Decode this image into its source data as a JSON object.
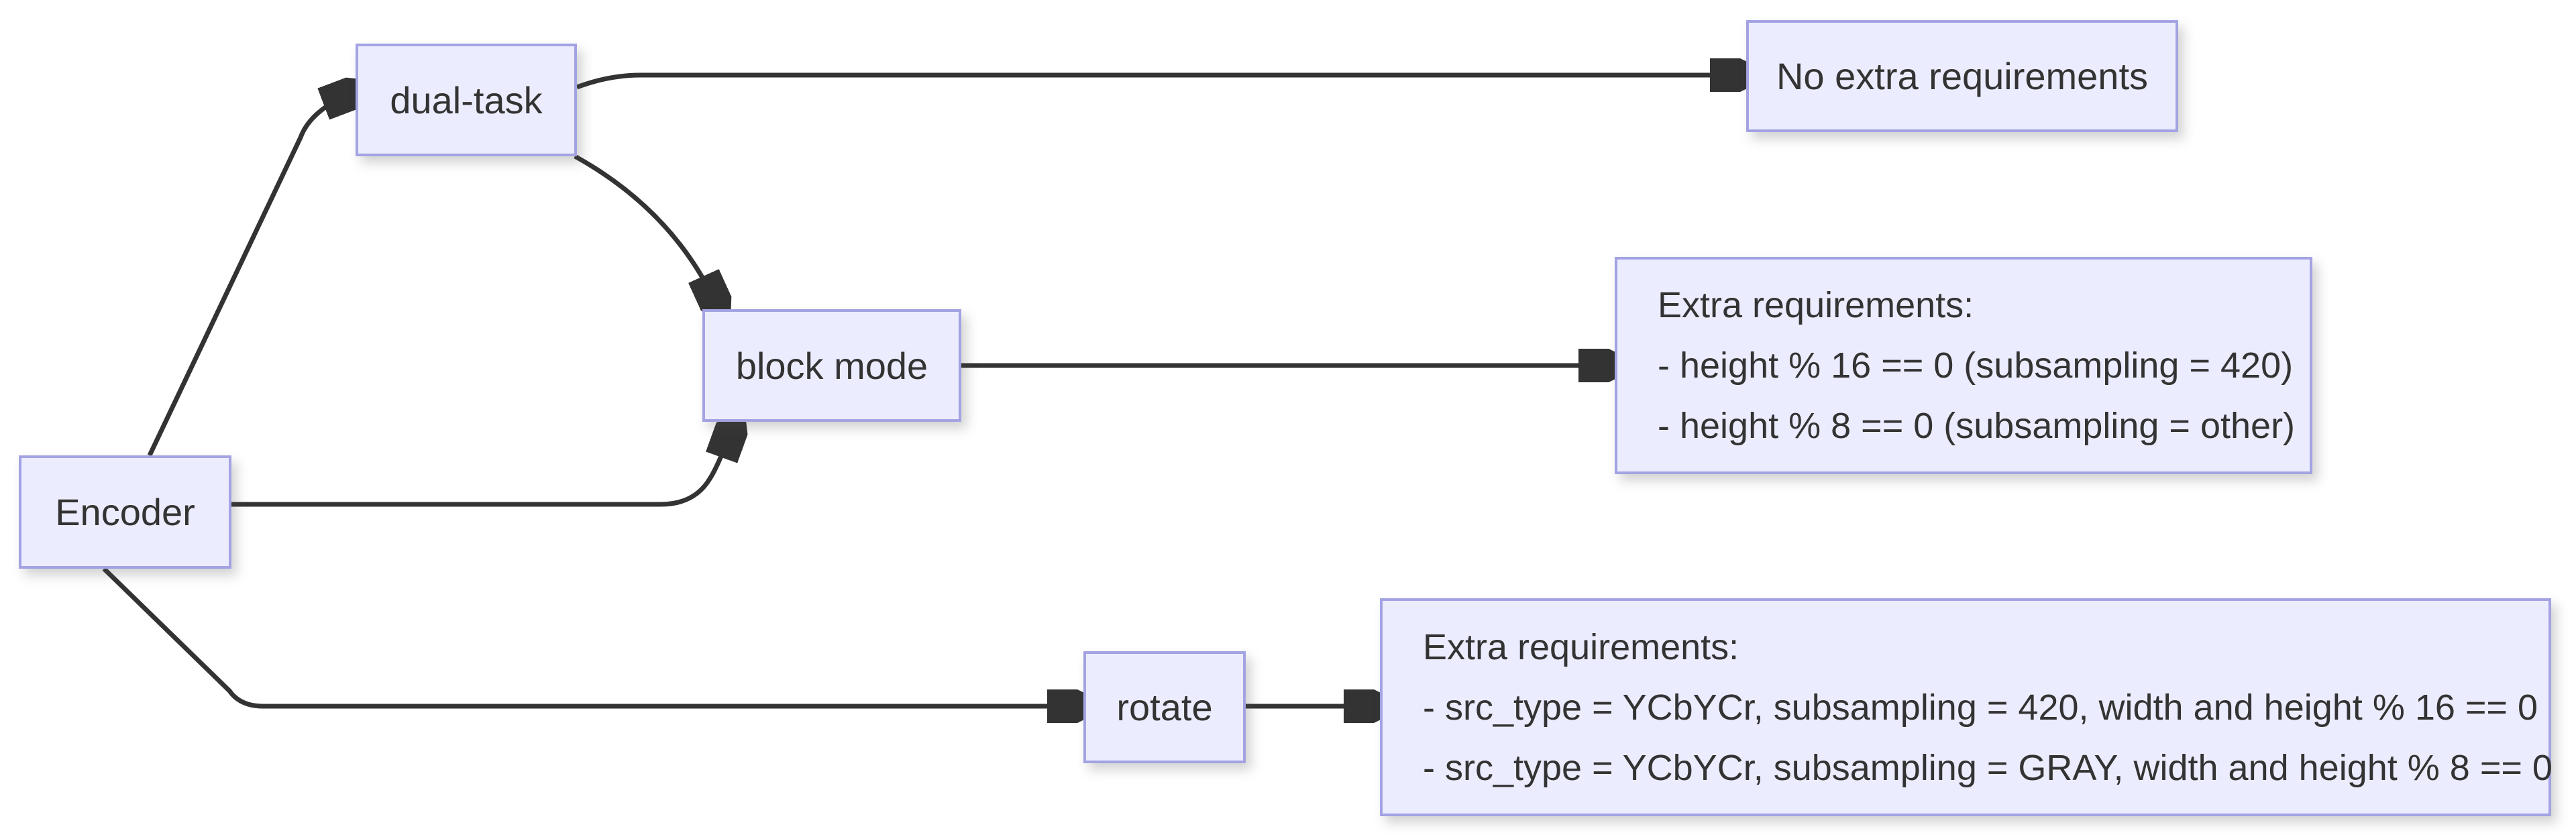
{
  "diagram": {
    "type": "flowchart",
    "background": "#ffffff",
    "nodes": {
      "encoder": {
        "label": "Encoder"
      },
      "dual_task": {
        "label": "dual-task"
      },
      "block_mode": {
        "label": "block mode"
      },
      "rotate": {
        "label": "rotate"
      },
      "no_extra": {
        "label": "No extra requirements"
      },
      "block_mode_reqs": {
        "title": "Extra requirements:",
        "items": [
          "- height % 16 == 0 (subsampling = 420)",
          "- height % 8 == 0 (subsampling = other)"
        ]
      },
      "rotate_reqs": {
        "title": "Extra requirements:",
        "items": [
          "- src_type = YCbYCr, subsampling = 420, width and height % 16 == 0",
          "- src_type = YCbYCr, subsampling = GRAY, width and height % 8 == 0"
        ]
      }
    },
    "edges": [
      {
        "from": "encoder",
        "to": "dual_task"
      },
      {
        "from": "encoder",
        "to": "block_mode"
      },
      {
        "from": "encoder",
        "to": "rotate"
      },
      {
        "from": "dual_task",
        "to": "no_extra"
      },
      {
        "from": "dual_task",
        "to": "block_mode"
      },
      {
        "from": "block_mode",
        "to": "block_mode_reqs"
      },
      {
        "from": "rotate",
        "to": "rotate_reqs"
      }
    ],
    "colors": {
      "node_fill": "#ECECFF",
      "node_border": "#A3A3E3",
      "edge": "#333333",
      "text": "#333333"
    }
  }
}
